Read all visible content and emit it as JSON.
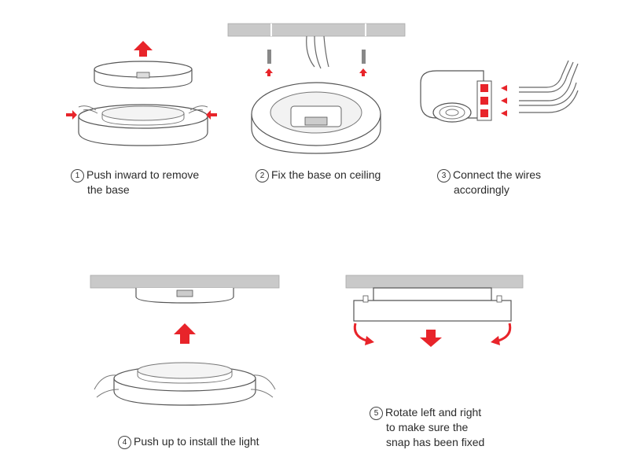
{
  "steps": [
    {
      "number": "1",
      "lines": [
        "Push inward to remove",
        "the base"
      ]
    },
    {
      "number": "2",
      "lines": [
        "Fix the base on ceiling"
      ]
    },
    {
      "number": "3",
      "lines": [
        "Connect the wires",
        "accordingly"
      ]
    },
    {
      "number": "4",
      "lines": [
        "Push up to install the light"
      ]
    },
    {
      "number": "5",
      "lines": [
        "Rotate left and right",
        "to make sure the",
        "snap has been fixed"
      ]
    }
  ],
  "colors": {
    "arrow": "#e8242a",
    "line": "#555555",
    "ceiling": "#c9c9c9",
    "fill": "#ffffff"
  },
  "icons": [
    "up-arrow-icon",
    "down-arrow-icon",
    "rotate-left-arrow-icon",
    "rotate-right-arrow-icon",
    "push-in-arrow-icon",
    "wire-arrow-icon"
  ]
}
